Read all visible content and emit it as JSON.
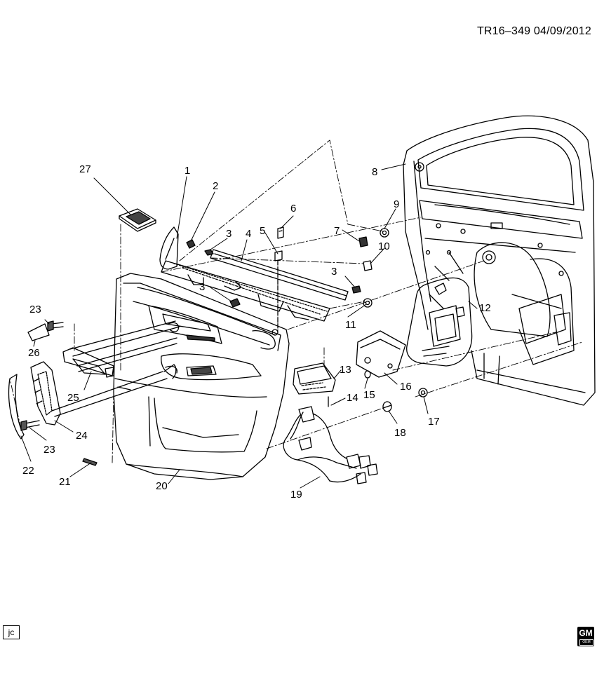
{
  "header": {
    "code": "TR16–349  04/09/2012"
  },
  "footer": {
    "initials": "jc",
    "logo_text": "GM",
    "logo_sub": "OEM"
  },
  "callouts": [
    {
      "id": "c1",
      "label": "1"
    },
    {
      "id": "c2",
      "label": "2"
    },
    {
      "id": "c3a",
      "label": "3"
    },
    {
      "id": "c3b",
      "label": "3"
    },
    {
      "id": "c3c",
      "label": "3"
    },
    {
      "id": "c4",
      "label": "4"
    },
    {
      "id": "c5",
      "label": "5"
    },
    {
      "id": "c6",
      "label": "6"
    },
    {
      "id": "c7",
      "label": "7"
    },
    {
      "id": "c8",
      "label": "8"
    },
    {
      "id": "c9",
      "label": "9"
    },
    {
      "id": "c10",
      "label": "10"
    },
    {
      "id": "c11",
      "label": "11"
    },
    {
      "id": "c12",
      "label": "12"
    },
    {
      "id": "c13",
      "label": "13"
    },
    {
      "id": "c14",
      "label": "14"
    },
    {
      "id": "c15",
      "label": "15"
    },
    {
      "id": "c16",
      "label": "16"
    },
    {
      "id": "c17",
      "label": "17"
    },
    {
      "id": "c18",
      "label": "18"
    },
    {
      "id": "c19",
      "label": "19"
    },
    {
      "id": "c20",
      "label": "20"
    },
    {
      "id": "c21",
      "label": "21"
    },
    {
      "id": "c22",
      "label": "22"
    },
    {
      "id": "c23a",
      "label": "23"
    },
    {
      "id": "c23b",
      "label": "23"
    },
    {
      "id": "c24",
      "label": "24"
    },
    {
      "id": "c25",
      "label": "25"
    },
    {
      "id": "c26",
      "label": "26"
    },
    {
      "id": "c27",
      "label": "27"
    }
  ]
}
